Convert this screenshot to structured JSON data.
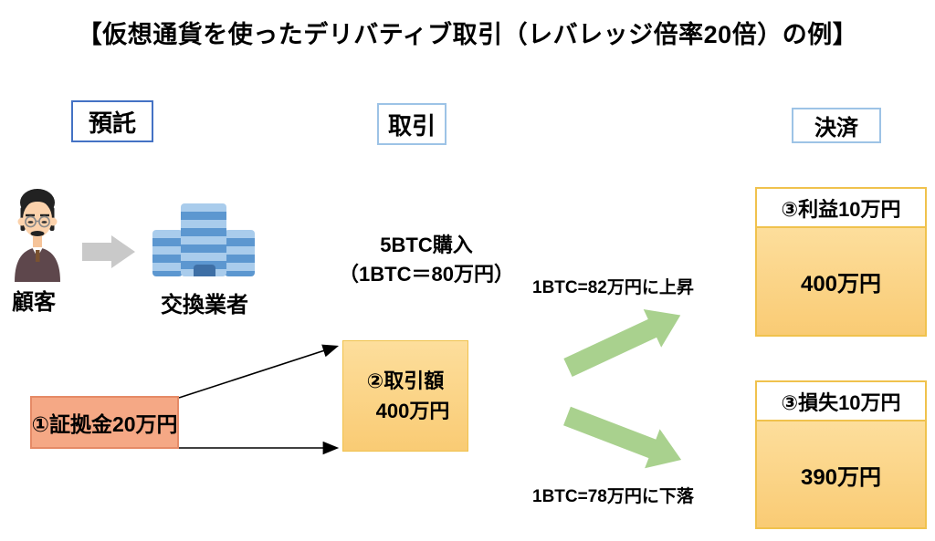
{
  "title": "【仮想通貨を使ったデリバティブ取引（レバレッジ倍率20倍）の例】",
  "stages": {
    "deposit": "預託",
    "trade": "取引",
    "settlement": "決済"
  },
  "actors": {
    "customer": "顧客",
    "exchange": "交換業者"
  },
  "flow": {
    "purchase_line1": "5BTC購入",
    "purchase_line2": "（1BTC＝80万円）",
    "margin_box": "①証拠金20万円",
    "trade_box_line1": "②取引額",
    "trade_box_line2": "400万円",
    "rise_note": "1BTC=82万円に上昇",
    "fall_note": "1BTC=78万円に下落",
    "profit_header": "③利益10万円",
    "profit_value": "400万円",
    "loss_header": "③損失10万円",
    "loss_value": "390万円"
  },
  "icons": {
    "customer": "person-icon",
    "exchange": "building-icon",
    "deposit_flow": "gray-right-arrow-icon",
    "rise": "green-up-right-arrow-icon",
    "fall": "green-down-right-arrow-icon",
    "leverage_links": "black-arrow-connectors"
  },
  "colors": {
    "margin_fill": "#F5A885",
    "margin_border": "#E58A66",
    "amount_top": "#FDDE9C",
    "amount_bottom": "#F9CB74",
    "amount_border": "#F0C24D",
    "stage_border_dark": "#4472C4",
    "stage_border_light": "#9DC3E6",
    "green_arrow": "#A9D18E",
    "gray_arrow": "#C9C9C9",
    "stripe_light": "#A9CCEC",
    "stripe_dark": "#5C97D0",
    "door": "#3E6FA5"
  }
}
